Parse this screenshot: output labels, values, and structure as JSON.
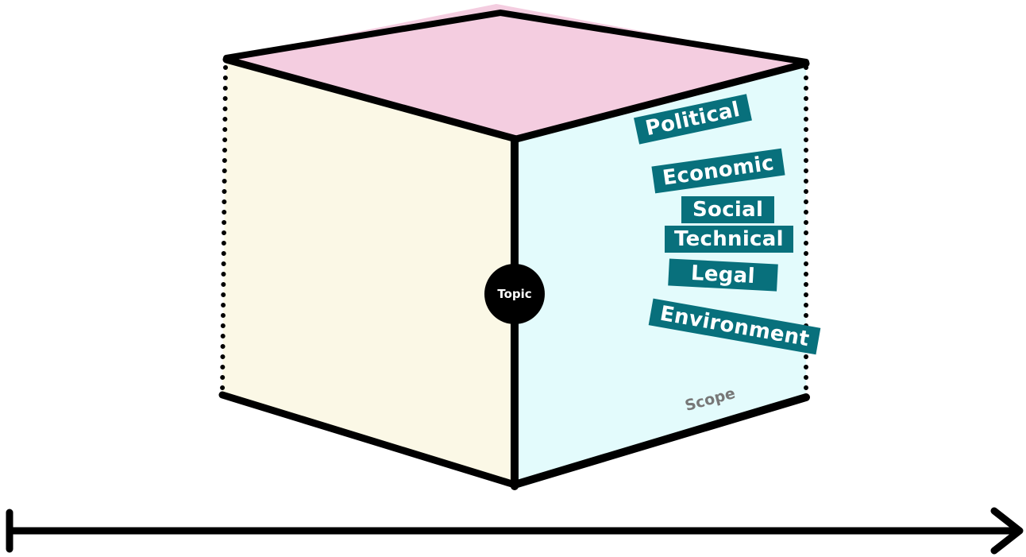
{
  "diagram": {
    "center_label": "Topic",
    "face_label": "Scope",
    "dimensions": [
      "Political",
      "Economic",
      "Social",
      "Technical",
      "Legal",
      "Environment"
    ],
    "colors": {
      "top": "#f4cde0",
      "left": "#fbf8e6",
      "right": "#e3fbfc",
      "tag": "#08707c"
    }
  }
}
